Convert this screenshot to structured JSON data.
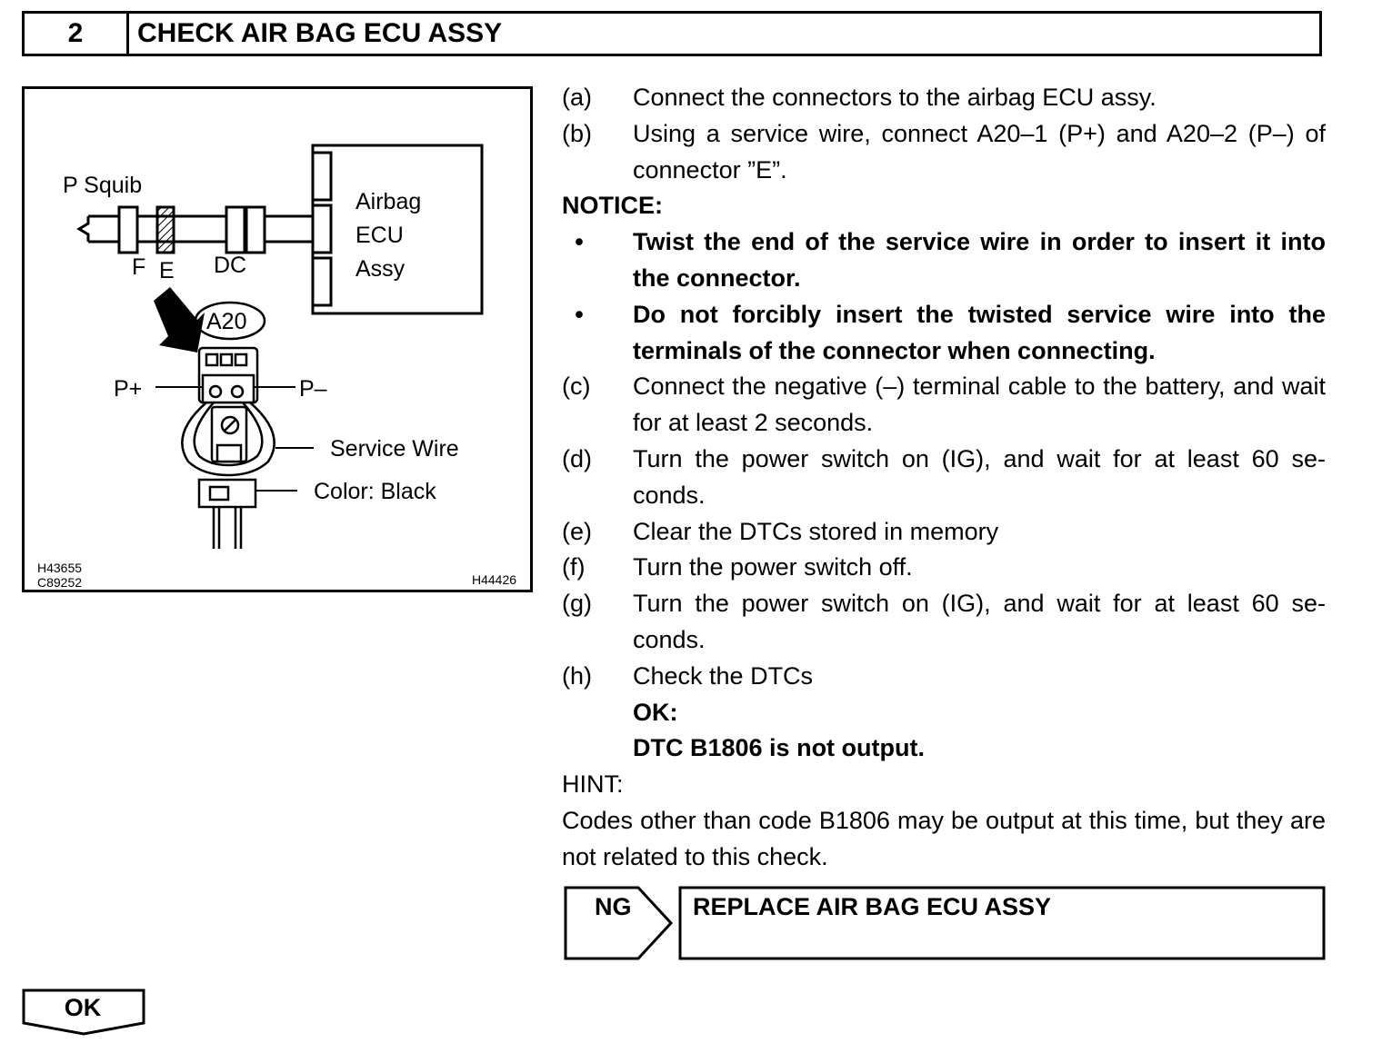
{
  "header": {
    "step_number": "2",
    "title": "CHECK AIR BAG ECU ASSY"
  },
  "figure": {
    "p_squib": "P Squib",
    "ecu_label_1": "Airbag",
    "ecu_label_2": "ECU",
    "ecu_label_3": "Assy",
    "conn_f": "F",
    "conn_e": "E",
    "conn_dc": "DC",
    "connector_id": "A20",
    "p_plus": "P+",
    "p_minus": "P–",
    "service_wire": "Service Wire",
    "color_black": "Color: Black",
    "code_1": "H43655",
    "code_2": "C89252",
    "code_3": "H44426"
  },
  "steps": [
    {
      "label": "(a)",
      "text": "Connect the connectors to the airbag ECU assy."
    },
    {
      "label": "(b)",
      "text": "Using a service wire, connect A20–1 (P+) and A20–2 (P–) of connector ”E”."
    }
  ],
  "notice": {
    "heading": "NOTICE:",
    "bullet_char": "•",
    "items": [
      "Twist the end of the service wire in order to insert it into the connector.",
      "Do not forcibly insert the twisted service wire into the terminals of the connector when connecting."
    ]
  },
  "steps2": [
    {
      "label": "(c)",
      "text": "Connect the negative (–) terminal cable to the battery, and wait for at least 2 seconds."
    },
    {
      "label": "(d)",
      "text": "Turn the power switch on (IG), and wait for at least 60 se- conds."
    },
    {
      "label": "(e)",
      "text": "Clear the DTCs stored in memory"
    },
    {
      "label": "(f)",
      "text": "Turn the power switch off."
    },
    {
      "label": "(g)",
      "text": "Turn the power switch on (IG), and wait for at least 60 se- conds."
    },
    {
      "label": "(h)",
      "text": "Check the DTCs"
    }
  ],
  "ok_result": {
    "heading": "OK:",
    "text": "DTC B1806 is not output."
  },
  "hint": {
    "heading": "HINT:",
    "text": "Codes other than code B1806 may be output at this time, but they are not related to this check."
  },
  "ng": {
    "label": "NG",
    "action": "REPLACE AIR BAG ECU ASSY"
  },
  "ok_button": {
    "label": "OK"
  }
}
